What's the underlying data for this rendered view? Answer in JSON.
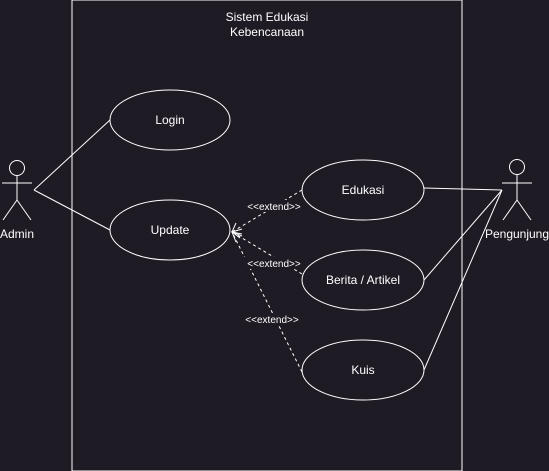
{
  "diagram": {
    "system": {
      "title_line1": "Sistem Edukasi",
      "title_line2": "Kebencanaan"
    },
    "actors": {
      "admin": {
        "label": "Admin"
      },
      "visitor": {
        "label": "Pengunjung"
      }
    },
    "use_cases": {
      "login": "Login",
      "update": "Update",
      "edukasi": "Edukasi",
      "berita": "Berita / Artikel",
      "kuis": "Kuis"
    },
    "extend_label": "<<extend>>",
    "colors": {
      "background": "#1e1b24",
      "stroke": "#ffffff",
      "text": "#ffffff"
    }
  }
}
